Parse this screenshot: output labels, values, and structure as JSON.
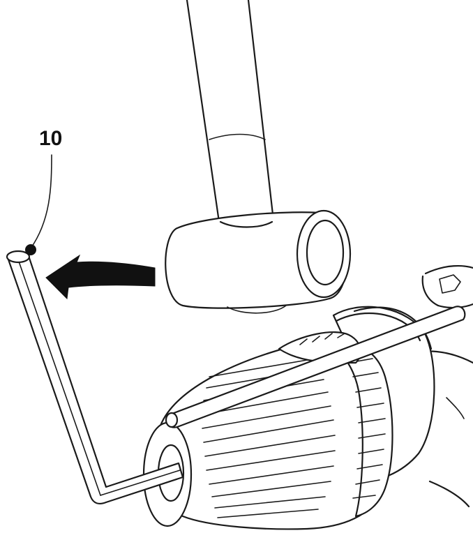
{
  "diagram": {
    "callout": {
      "number": "10"
    },
    "colors": {
      "line": "#1a1a1a",
      "background": "#ffffff",
      "arrow": "#111111"
    },
    "parts": [
      {
        "name": "hammer",
        "icon": "hammer-icon"
      },
      {
        "name": "hex-key",
        "icon": "hex-key-icon"
      },
      {
        "name": "drill-chuck",
        "icon": "drill-chuck-icon"
      },
      {
        "name": "handle-bar",
        "icon": "side-handle-icon"
      },
      {
        "name": "strike-arrow",
        "icon": "curved-arrow-left-icon"
      }
    ]
  }
}
